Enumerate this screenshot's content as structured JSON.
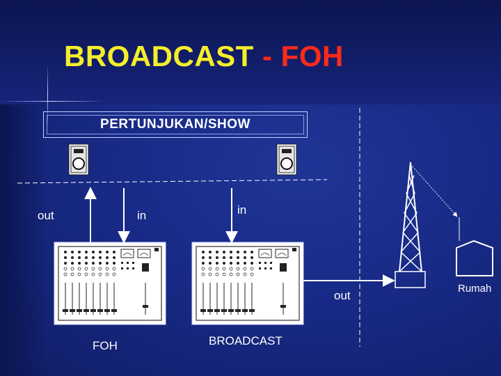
{
  "title": {
    "part1": "BROADCAST",
    "separator": "-",
    "part2": "FOH"
  },
  "stage": {
    "label": "PERTUNJUKAN/SHOW"
  },
  "labels": {
    "foh_out": "out",
    "foh_in": "in",
    "broadcast_in": "in",
    "broadcast_out": "out",
    "foh_mixer": "FOH",
    "broadcast_mixer": "BROADCAST",
    "house": "Rumah"
  },
  "icons": {
    "speaker_left": "speaker-icon",
    "speaker_right": "speaker-icon",
    "mixer_foh": "mixing-console-icon",
    "mixer_broadcast": "mixing-console-icon",
    "tower": "transmission-tower-icon",
    "house": "house-icon"
  },
  "colors": {
    "title_primary": "#f5ee2a",
    "title_accent": "#ff2a1a",
    "background": "#182a86",
    "lines": "#ffffff"
  }
}
